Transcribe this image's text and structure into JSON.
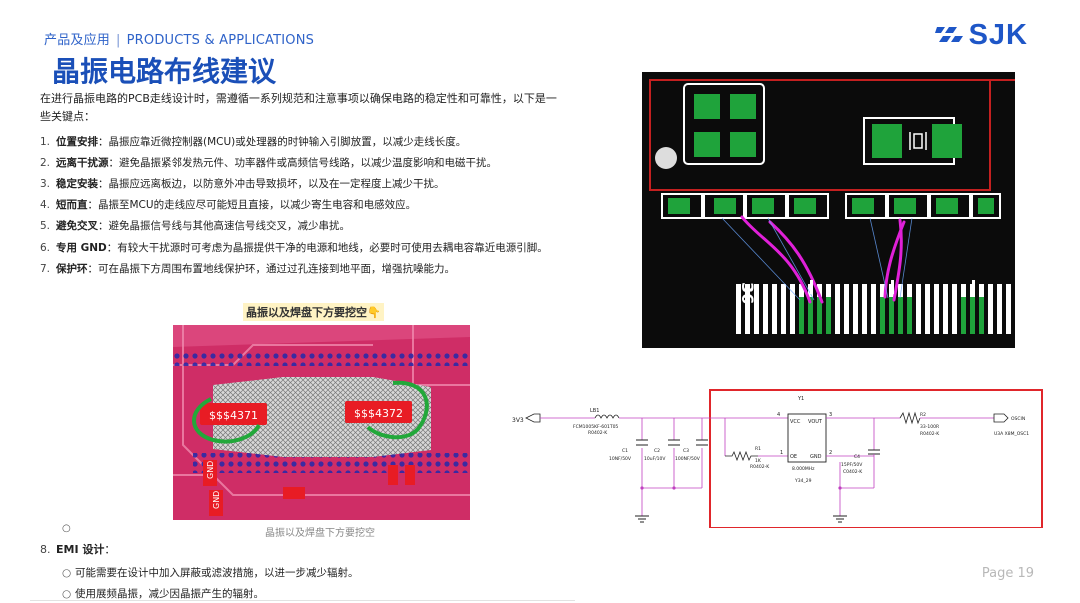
{
  "header": {
    "category_cn": "产品及应用",
    "separator": "|",
    "category_en": "PRODUCTS & APPLICATIONS",
    "logo_text": "SJK",
    "logo_icon": "sjk-logo-icon"
  },
  "title": "晶振电路布线建议",
  "intro": "在进行晶振电路的PCB走线设计时，需遵循一系列规范和注意事项以确保电路的稳定性和可靠性，以下是一些关键点：",
  "points": [
    {
      "num": "1.",
      "label": "位置安排",
      "text": "：晶振应靠近微控制器(MCU)或处理器的时钟输入引脚放置，以减少走线长度。"
    },
    {
      "num": "2.",
      "label": "远离干扰源",
      "text": "：避免晶振紧邻发热元件、功率器件或高频信号线路，以减少温度影响和电磁干扰。"
    },
    {
      "num": "3.",
      "label": "稳定安装",
      "text": "：晶振应远离板边，以防意外冲击导致损坏，以及在一定程度上减少干扰。"
    },
    {
      "num": "4.",
      "label": "短而直",
      "text": "：晶振至MCU的走线应尽可能短且直接，以减少寄生电容和电感效应。"
    },
    {
      "num": "5.",
      "label": "避免交叉",
      "text": "：避免晶振信号线与其他高速信号线交叉，减少串扰。"
    },
    {
      "num": "6.",
      "label": "专用 GND",
      "text": "：有较大干扰源时可考虑为晶振提供干净的电源和地线，必要时可使用去耦电容靠近电源引脚。"
    },
    {
      "num": "7.",
      "label": "保护环",
      "text": "：可在晶振下方周围布置地线保护环，通过过孔连接到地平面，增强抗噪能力。"
    }
  ],
  "photo_banner": "晶振以及焊盘下方要挖空👇",
  "photo": {
    "label_left": "$$$4371",
    "label_right": "$$$4372",
    "gnd_label": "GND",
    "caption": "晶振以及焊盘下方要挖空"
  },
  "empty_bullet": "○",
  "section8": {
    "num": "8.",
    "label": "EMI 设计",
    "colon": "：",
    "items": [
      {
        "dot": "○",
        "text": "可能需要在设计中加入屏蔽或滤波措施，以进一步减少辐射。"
      },
      {
        "dot": "○",
        "text": "使用展频晶振，减少因晶振产生的辐射。"
      }
    ]
  },
  "pcb": {
    "label": "36"
  },
  "schematic": {
    "net_3v3": "3V3",
    "lb1": "LB1",
    "lb1_part": "FCM1005KF-601T05",
    "lb1_pkg": "R0402-K",
    "c1": "C1",
    "c1_val": "10NF/50V",
    "c2": "C2",
    "c2_val": "10uF/10V",
    "c3": "C3",
    "c3_val": "100NF/50V",
    "r1": "R1",
    "r1_val": "1K",
    "r1_pkg": "R0402-K",
    "y1": "Y1",
    "y1_pin4": "4",
    "y1_vcc": "VCC",
    "y1_vout": "VOUT",
    "y1_pin3": "3",
    "y1_pin1": "1",
    "y1_oe": "OE",
    "y1_gnd": "GND",
    "y1_pin2": "2",
    "y1_freq": "8.000MHz",
    "y1_part": "Y34_29",
    "r2": "R2",
    "r2_val": "33-100R",
    "r2_pkg": "R0402-K",
    "c4": "C4",
    "c4_val": "15PF/50V",
    "c4_pkg": "C0402-K",
    "net_out": "OSCIN",
    "net_out2": "U3A X8M_OSC1"
  },
  "page": "Page 19",
  "colors": {
    "accent": "#1a4fb8",
    "pcb_green": "#1fa33b",
    "trace_magenta": "#e020d8",
    "highlight_red": "#e0262b"
  }
}
